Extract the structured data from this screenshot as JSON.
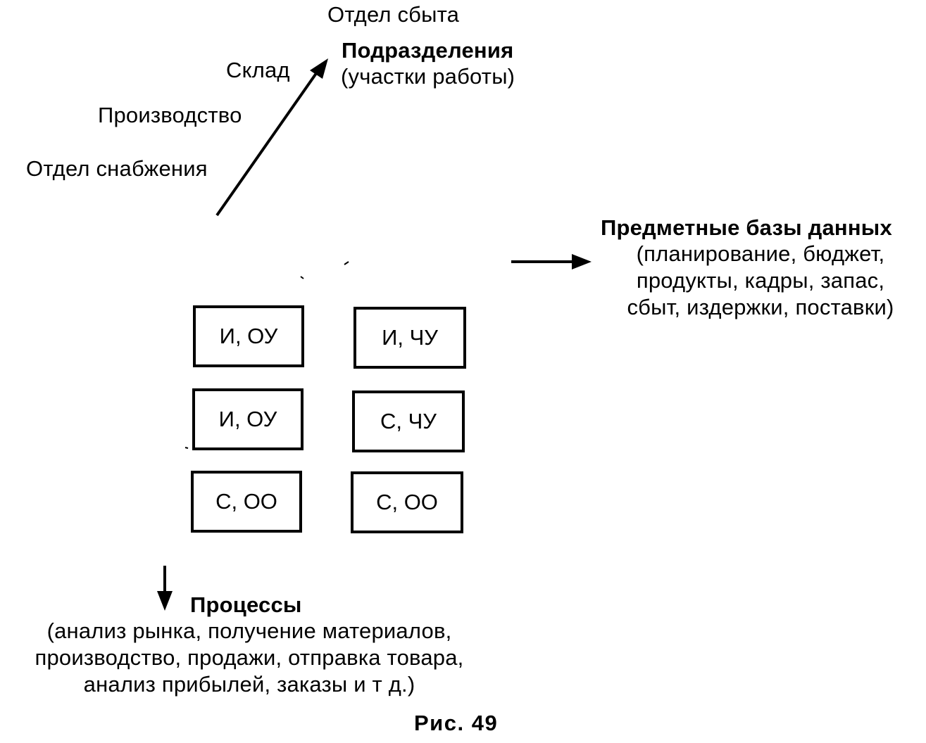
{
  "departments": {
    "items": [
      "Отдел сбыта",
      "Склад",
      "Производство",
      "Отдел снабжения"
    ],
    "title": "Подразделения",
    "subtitle": "(участки работы)"
  },
  "databases": {
    "title": "Предметные базы данных",
    "lines": [
      "(планирование, бюджет,",
      "продукты, кадры, запас,",
      "сбыт, издержки, поставки)"
    ]
  },
  "processes": {
    "title": "Процессы",
    "lines": [
      "(анализ рынка, получение материалов,",
      "производство, продажи, отправка товара,",
      "анализ прибылей, заказы и т  д.)"
    ]
  },
  "cells": [
    [
      "И, ОУ",
      "И, ЧУ"
    ],
    [
      "И, ОУ",
      "С, ЧУ"
    ],
    [
      "С, ОО",
      "С, ОО"
    ]
  ],
  "caption": "Рис. 49"
}
